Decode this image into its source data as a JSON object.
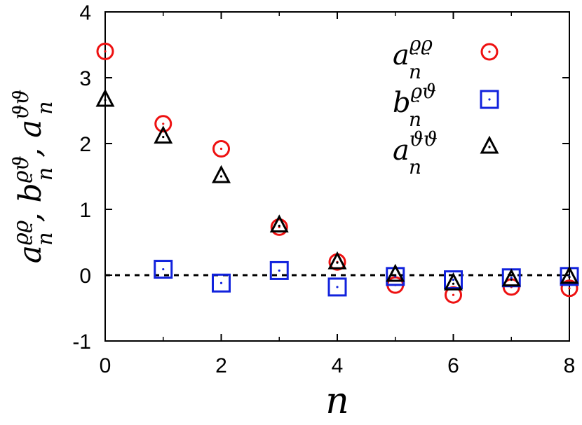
{
  "chart_data": {
    "type": "scatter",
    "xlabel": "n",
    "ylabel": "a_n^ϱϱ, b_n^ϱϑ, a_n^ϑϑ",
    "xlim": [
      0,
      8
    ],
    "ylim": [
      -1,
      4
    ],
    "xticks": [
      "0",
      "2",
      "4",
      "6",
      "8"
    ],
    "yticks": [
      "-1",
      "0",
      "1",
      "2",
      "3",
      "4"
    ],
    "grid": false,
    "legend_position": "top-right",
    "reference_line": {
      "y": 0,
      "style": "dashed"
    },
    "series": [
      {
        "name": "a_n^ϱϱ",
        "marker": "circle",
        "color": "#ee1111",
        "x": [
          0,
          1,
          2,
          3,
          4,
          5,
          6,
          7,
          8
        ],
        "y": [
          3.4,
          2.3,
          1.92,
          0.73,
          0.2,
          -0.15,
          -0.3,
          -0.18,
          -0.2
        ]
      },
      {
        "name": "b_n^ϱϑ",
        "marker": "square",
        "color": "#1122dd",
        "x": [
          1,
          2,
          3,
          4,
          5,
          6,
          7,
          8
        ],
        "y": [
          0.09,
          -0.12,
          0.07,
          -0.18,
          -0.02,
          -0.07,
          -0.04,
          -0.02
        ]
      },
      {
        "name": "a_n^ϑϑ",
        "marker": "triangle",
        "color": "#000000",
        "x": [
          0,
          1,
          2,
          3,
          4,
          5,
          6,
          7,
          8
        ],
        "y": [
          2.66,
          2.1,
          1.5,
          0.75,
          0.19,
          0.0,
          -0.13,
          -0.07,
          -0.03
        ]
      }
    ]
  }
}
